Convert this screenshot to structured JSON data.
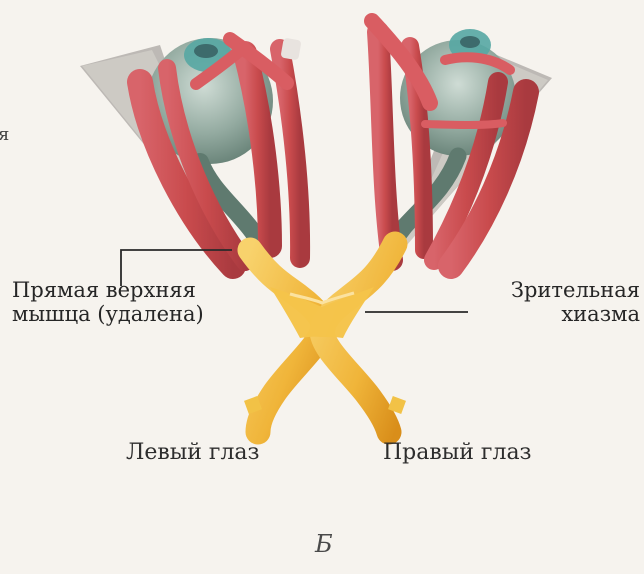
{
  "labels": {
    "left_muscle": [
      "Прямая верхняя",
      "мышца (удалена)"
    ],
    "chiasm": [
      "Зрительная",
      "хиазма"
    ],
    "left_eye": "Левый глаз",
    "right_eye": "Правый глаз",
    "panel": "Б",
    "cropped_text": "я"
  },
  "colors": {
    "muscle": "#c94b4d",
    "eye": "#8ea39a",
    "nerve": "#f2c246",
    "nerve_dark": "#d88b1a",
    "background": "#f6f3ee"
  }
}
